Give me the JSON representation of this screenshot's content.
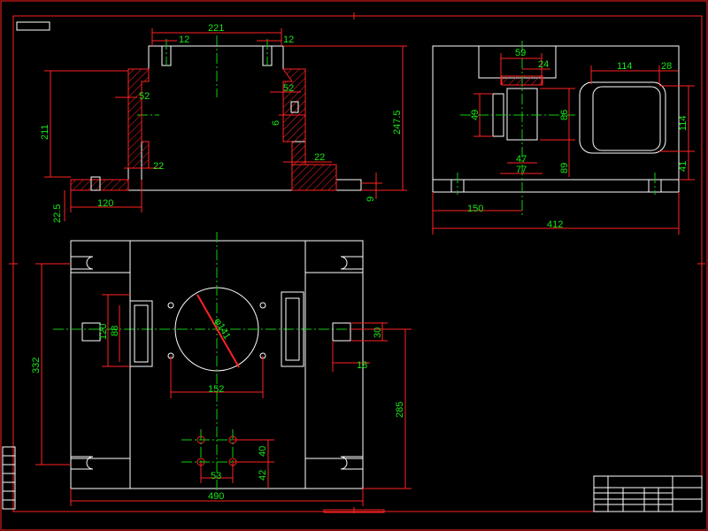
{
  "colors": {
    "background": "#000000",
    "outline": "#ffffff",
    "dimension_line": "#ff2222",
    "dimension_text": "#19e619",
    "center_line": "#11cc11",
    "hatch": "#ff2222"
  },
  "front_view": {
    "dims": {
      "overall_width": "221",
      "slot_left": "12",
      "slot_right": "12",
      "step_left": "52",
      "step_right": "52",
      "hole_small": "6",
      "height_inner": "211",
      "height_total": "247.5",
      "lower_left": "22",
      "lower_right": "22",
      "base_offset": "22.5",
      "base_left": "120",
      "base_right": "9"
    }
  },
  "side_view": {
    "dims": {
      "top_width": "59",
      "top_offset": "24",
      "window_width": "114",
      "window_corner": "28",
      "window_height": "114",
      "window_bottom": "41",
      "pocket_height": "49",
      "pocket_depth": "86",
      "inner_width": "47",
      "inner_total": "77",
      "right_height": "89",
      "left_width": "150",
      "total_width": "412"
    }
  },
  "plan_view": {
    "dims": {
      "height_total": "332",
      "slot_left_outer": "120",
      "slot_left_inner": "88",
      "diameter": "φ141",
      "right_slot_height": "30",
      "right_slot_width": "18",
      "bolt_spacing": "152",
      "vertical_right": "285",
      "hole_spacing_v": "40",
      "hole_offset_v": "42",
      "hole_spacing_h": "53",
      "total_width": "490"
    }
  }
}
